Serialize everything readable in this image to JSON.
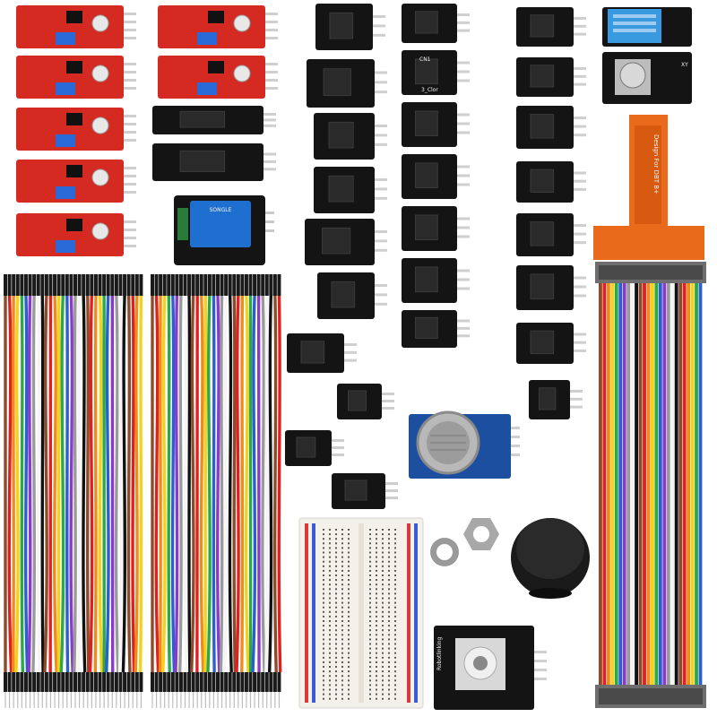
{
  "scene": {
    "description_colors": {
      "red_board": "#d42a22",
      "black_board": "#141414",
      "blue_board": "#1c4fa0",
      "relay_blue": "#1f6fd0",
      "header_orange": "#e86a1a",
      "ribbon": [
        "#8b4a2a",
        "#e02020",
        "#f08a1a",
        "#f2d21a",
        "#2aa84a",
        "#2a5fd0",
        "#8a3ac8",
        "#9a9a9a",
        "#f5f5f5",
        "#111111"
      ]
    },
    "labels": {
      "cn1": "CN1",
      "color": "3_Clor",
      "relay": "SONGLE",
      "tcobbler": "Design For DBT B+",
      "joystick": "Robotlinking",
      "xy": "XY"
    },
    "icons": {
      "sensor": "sensor-module-icon",
      "relay": "relay-icon",
      "joystick": "joystick-icon",
      "breadboard": "breadboard-icon"
    }
  }
}
